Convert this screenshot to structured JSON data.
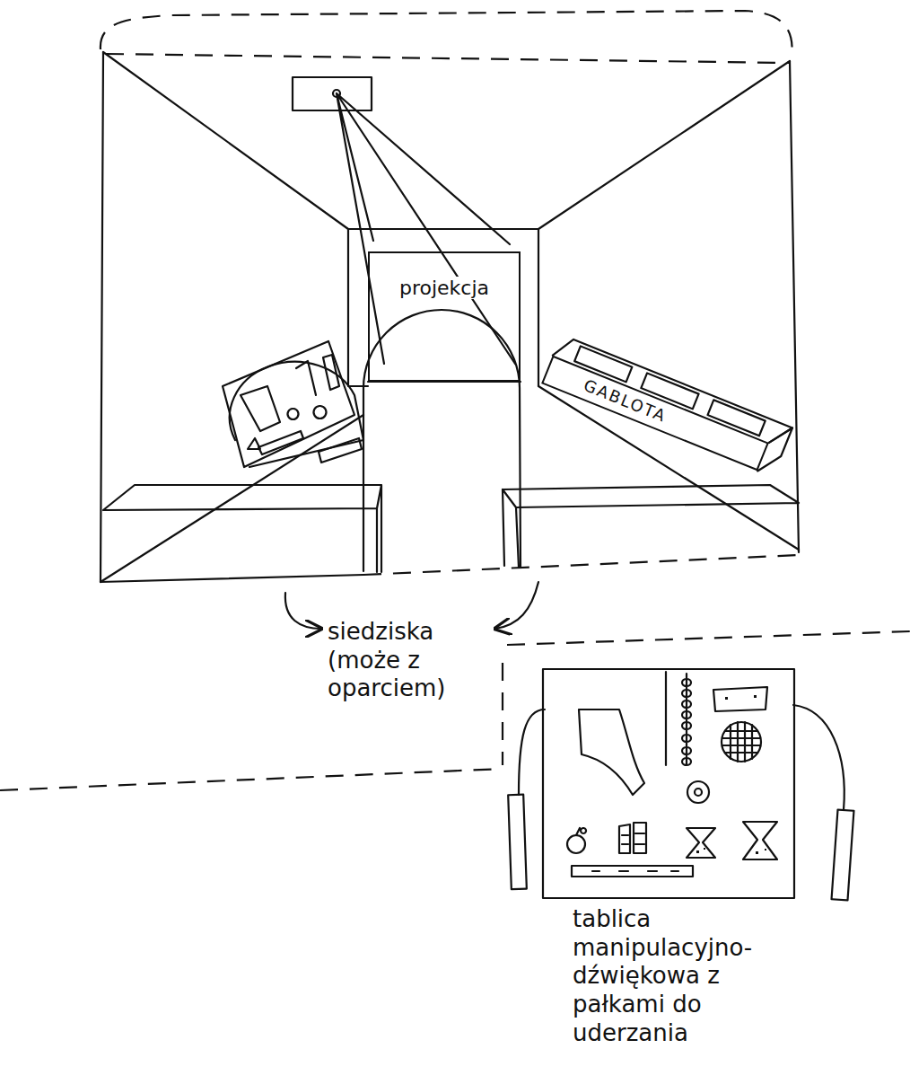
{
  "diagram": {
    "nodes": [
      {
        "text": [
          "projekcja"
        ]
      },
      {
        "text": [
          "GABLOTA"
        ]
      }
    ],
    "labels": [
      "siedziska (może z oparciem)",
      "tablica manipulacyjno-dźwiękowa z pałkami do uderzania"
    ]
  }
}
